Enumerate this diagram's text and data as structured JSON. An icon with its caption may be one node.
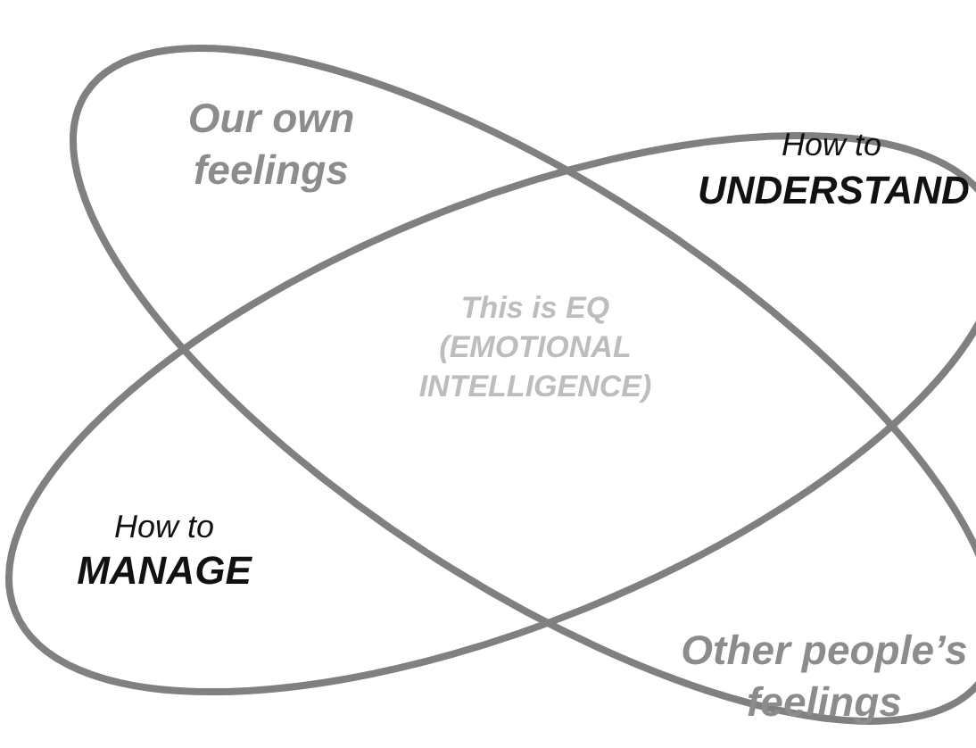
{
  "diagram": {
    "nodes": [
      {
        "text": [
          "Our own feelings",
          "Other people’s feelings"
        ]
      },
      {
        "text": [
          "How to **UNDERSTAND**",
          "How to **MANAGE**"
        ]
      }
    ],
    "edges": [],
    "labels": [
      "This is **EQ** (EMOTIONAL INTELLIGENCE)"
    ]
  }
}
